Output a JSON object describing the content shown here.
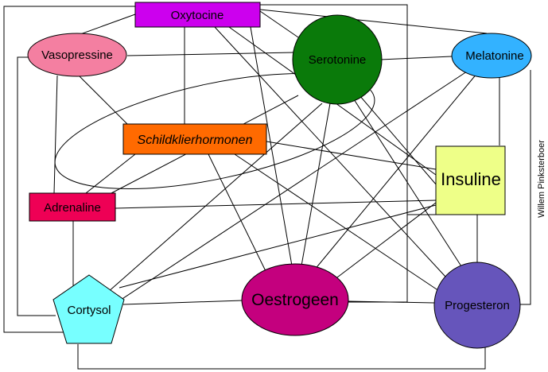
{
  "diagram": {
    "nodes": [
      {
        "id": "oxytocine",
        "label": "Oxytocine",
        "shape": "rect",
        "color": "#cc00ee"
      },
      {
        "id": "vasopressine",
        "label": "Vasopressine",
        "shape": "ellipse",
        "color": "#f47fa1"
      },
      {
        "id": "serotonine",
        "label": "Serotonine",
        "shape": "ellipse",
        "color": "#0a7a0a"
      },
      {
        "id": "melatonine",
        "label": "Melatonine",
        "shape": "ellipse",
        "color": "#33b2ff"
      },
      {
        "id": "schildklierhormonen",
        "label": "Schildklierhormonen",
        "shape": "rect",
        "color": "#ff6a00"
      },
      {
        "id": "insuline",
        "label": "Insuline",
        "shape": "rect",
        "color": "#eeff88"
      },
      {
        "id": "adrenaline",
        "label": "Adrenaline",
        "shape": "rect",
        "color": "#ee0055"
      },
      {
        "id": "cortysol",
        "label": "Cortysol",
        "shape": "pentagon",
        "color": "#77ffff"
      },
      {
        "id": "oestrogeen",
        "label": "Oestrogeen",
        "shape": "ellipse",
        "color": "#c4007e"
      },
      {
        "id": "progesteron",
        "label": "Progesteron",
        "shape": "ellipse",
        "color": "#6655bb"
      }
    ],
    "author_credit": "Willem Pinksterboer"
  }
}
